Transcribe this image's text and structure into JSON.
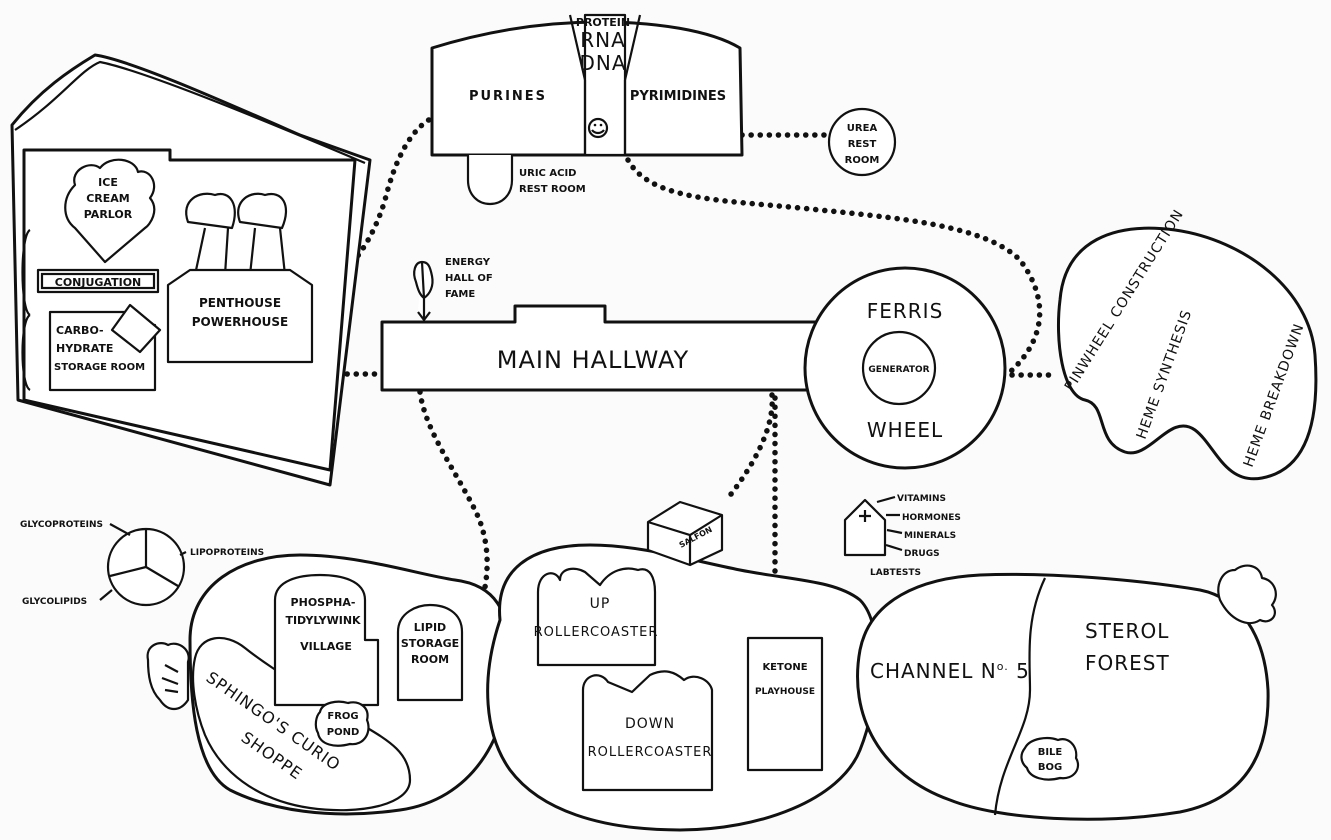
{
  "labels": {
    "protein": "PROTEIN",
    "rna": "RNA",
    "dna": "DNA",
    "purines": "PURINES",
    "pyrimidines": "PYRIMIDINES",
    "uric_acid_1": "URIC ACID",
    "uric_acid_2": "REST ROOM",
    "urea_1": "UREA",
    "urea_2": "REST",
    "urea_3": "ROOM",
    "ice_cream_1": "ICE",
    "ice_cream_2": "CREAM",
    "ice_cream_3": "PARLOR",
    "conjugation": "CONJUGATION",
    "carbo_1": "CARBO-",
    "carbo_2": "HYDRATE",
    "carbo_3": "STORAGE ROOM",
    "penthouse_1": "PENTHOUSE",
    "penthouse_2": "POWERHOUSE",
    "energy_1": "ENERGY",
    "energy_2": "HALL OF",
    "energy_3": "FAME",
    "main_hallway": "MAIN HALLWAY",
    "ferris": "FERRIS",
    "wheel": "WHEEL",
    "generator": "GENERATOR",
    "pinwheel": "PINWHEEL CONSTRUCTION",
    "heme_synthesis": "HEME SYNTHESIS",
    "heme_breakdown": "HEME BREAKDOWN",
    "glycoproteins": "GLYCOPROTEINS",
    "lipoproteins": "LIPOPROTEINS",
    "glycolipids": "GLYCOLIPIDS",
    "phospha_1": "PHOSPHA-",
    "phospha_2": "TIDYLYWINK",
    "phospha_3": "VILLAGE",
    "lipid_1": "LIPID",
    "lipid_2": "STORAGE",
    "lipid_3": "ROOM",
    "frog_1": "FROG",
    "frog_2": "POND",
    "sphingo_1": "SPHINGO'S CURIO",
    "sphingo_2": "SHOPPE",
    "salfon": "SALFON",
    "up_1": "UP",
    "up_2": "ROLLERCOASTER",
    "down_1": "DOWN",
    "down_2": "ROLLERCOASTER",
    "ketone_1": "KETONE",
    "ketone_2": "PLAYHOUSE",
    "vitamins": "VITAMINS",
    "hormones": "HORMONES",
    "minerals": "MINERALS",
    "drugs": "DRUGS",
    "labtests": "LABTESTS",
    "channel": "CHANNEL N",
    "channel_no": "o.",
    "channel_5": " 5",
    "sterol_1": "STEROL",
    "sterol_2": "FOREST",
    "bile_1": "BILE",
    "bile_2": "BOG"
  },
  "colors": {
    "ink": "#111111",
    "paper": "#fbfbfb"
  }
}
